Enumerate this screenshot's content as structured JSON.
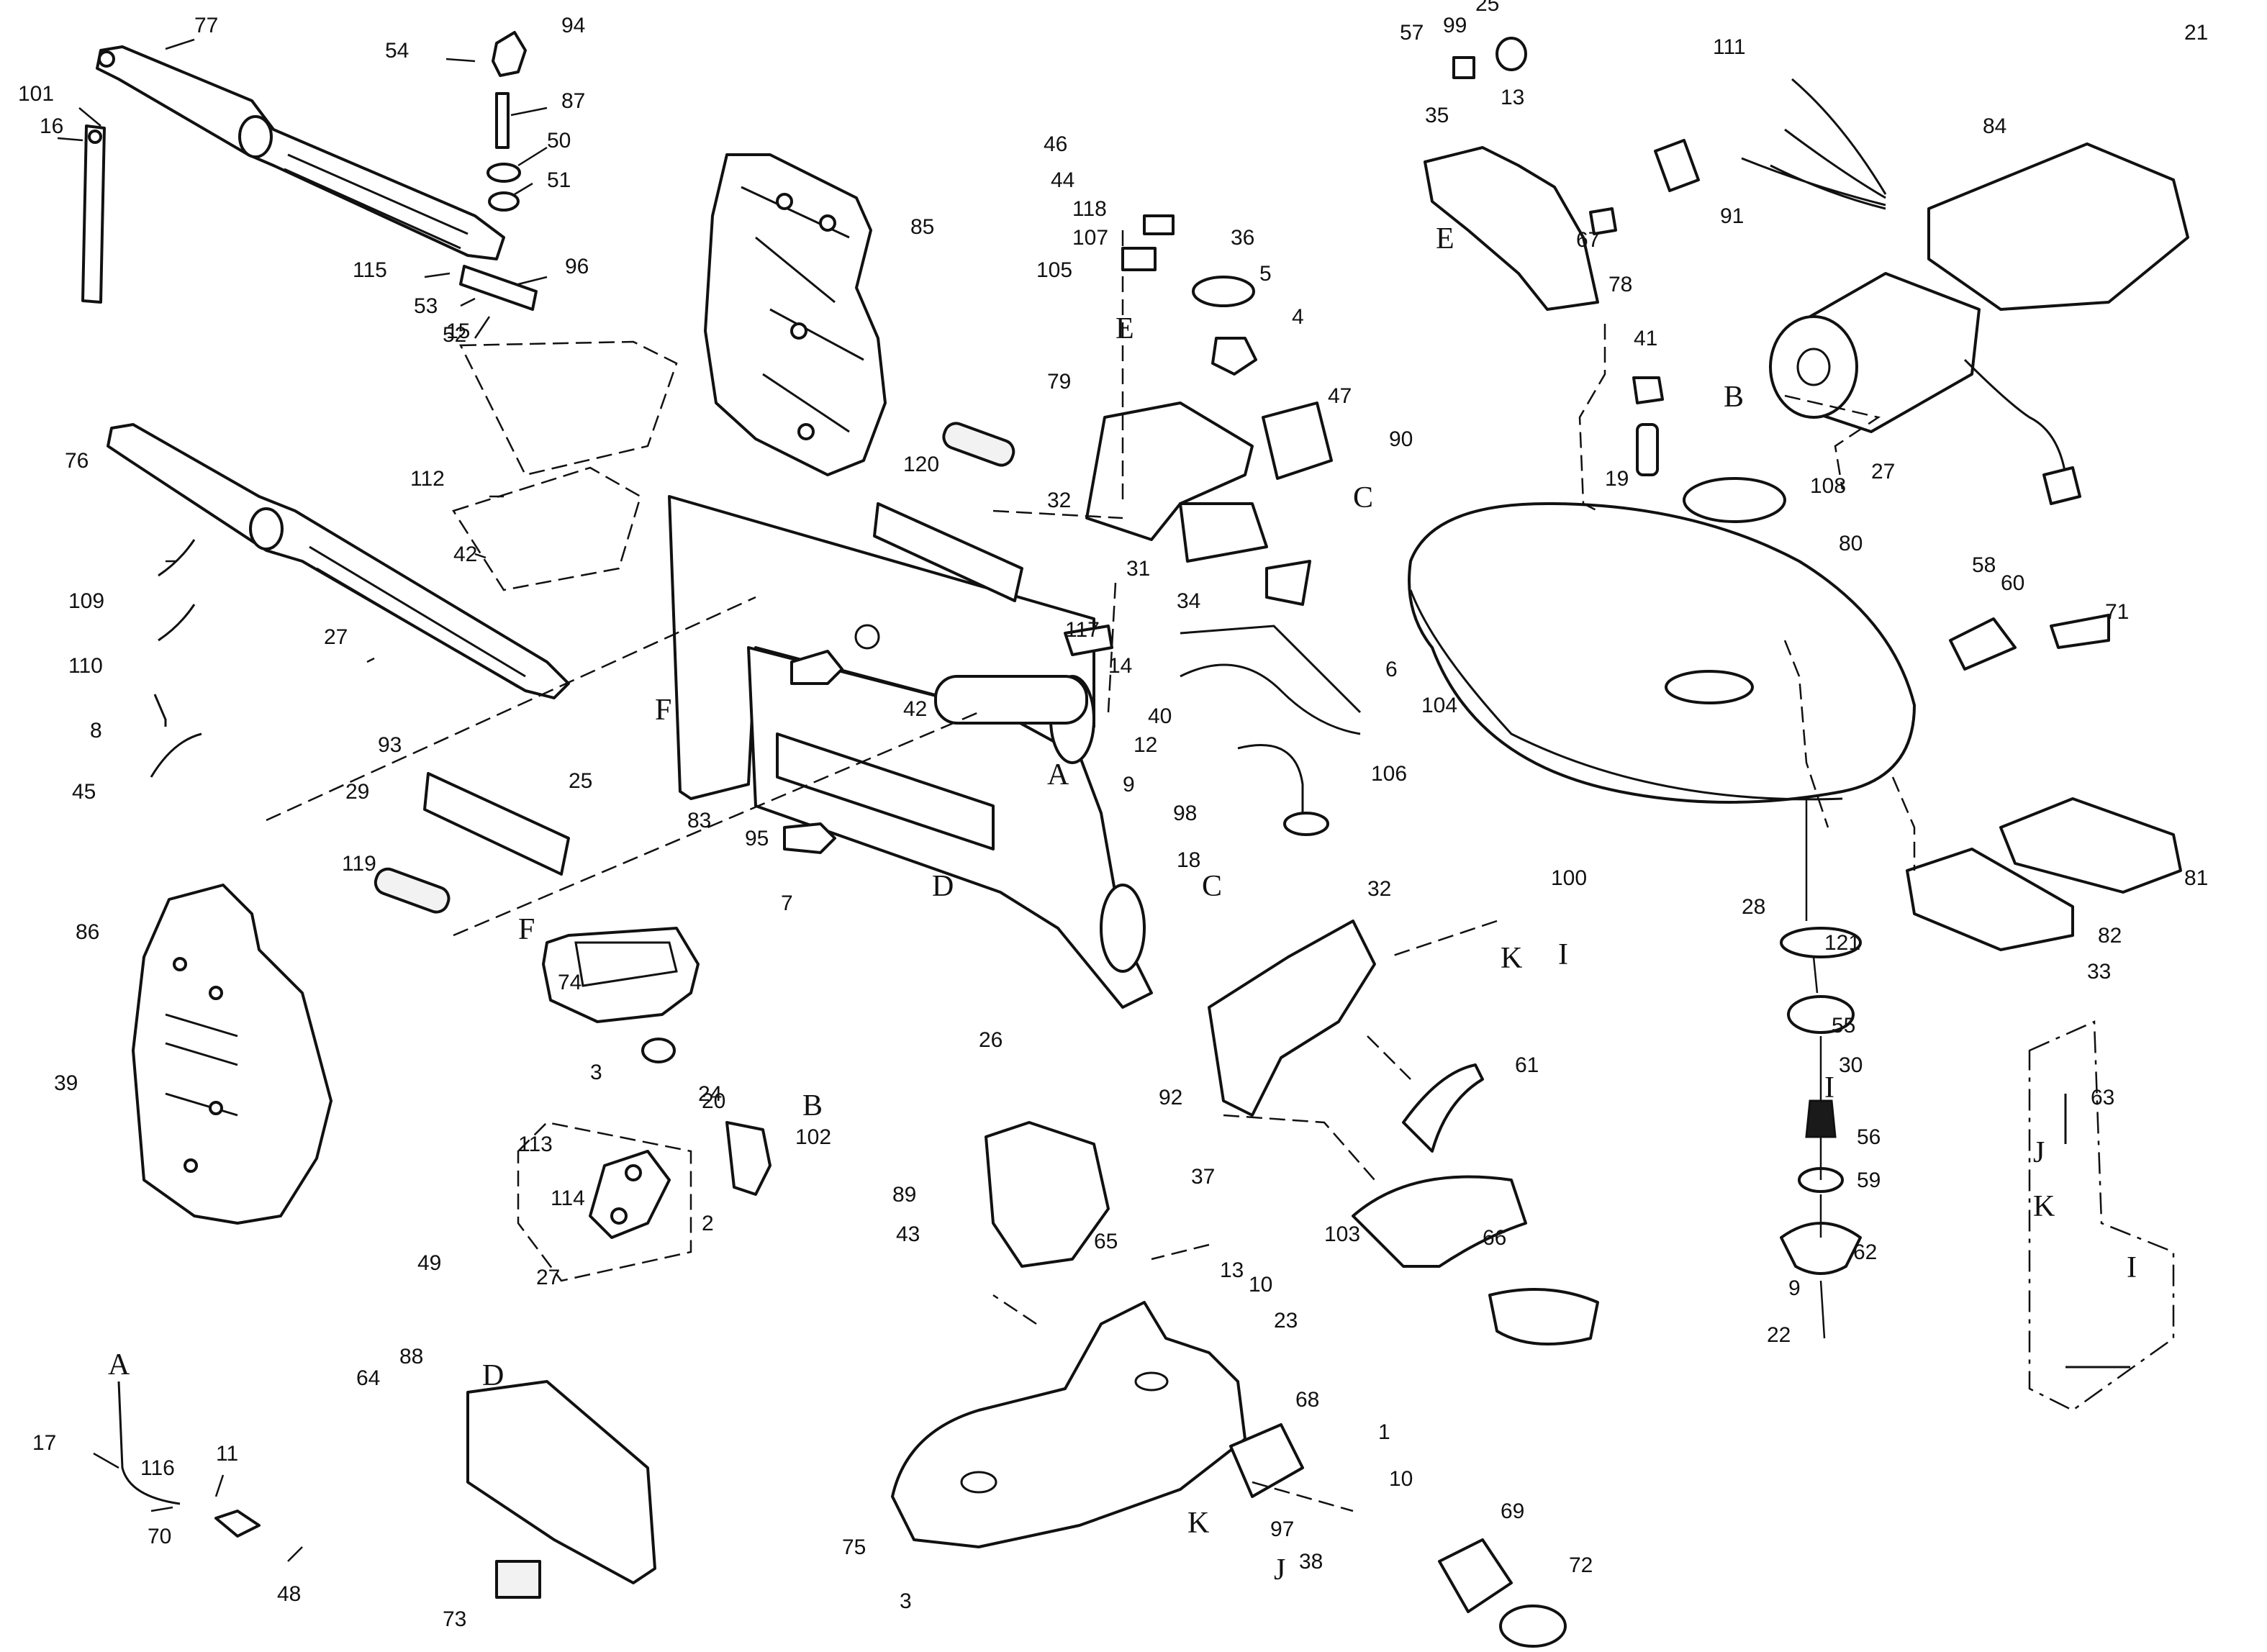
{
  "diagram": {
    "part_numbers": [
      "1",
      "2",
      "3",
      "3",
      "4",
      "5",
      "6",
      "7",
      "8",
      "9",
      "9",
      "10",
      "10",
      "11",
      "12",
      "13",
      "13",
      "14",
      "15",
      "16",
      "17",
      "18",
      "19",
      "20",
      "21",
      "22",
      "23",
      "24",
      "25",
      "25",
      "26",
      "27",
      "27",
      "27",
      "28",
      "29",
      "30",
      "31",
      "32",
      "32",
      "33",
      "34",
      "35",
      "36",
      "37",
      "38",
      "39",
      "40",
      "41",
      "42",
      "42",
      "43",
      "44",
      "45",
      "46",
      "47",
      "48",
      "49",
      "50",
      "51",
      "52",
      "53",
      "54",
      "55",
      "56",
      "57",
      "58",
      "59",
      "60",
      "61",
      "62",
      "63",
      "64",
      "65",
      "66",
      "67",
      "68",
      "69",
      "70",
      "71",
      "72",
      "73",
      "74",
      "75",
      "76",
      "77",
      "78",
      "79",
      "80",
      "81",
      "82",
      "83",
      "84",
      "85",
      "86",
      "87",
      "88",
      "89",
      "90",
      "91",
      "92",
      "93",
      "94",
      "95",
      "96",
      "97",
      "98",
      "99",
      "100",
      "101",
      "102",
      "103",
      "104",
      "105",
      "106",
      "107",
      "108",
      "109",
      "110",
      "111",
      "112",
      "113",
      "114",
      "115",
      "116",
      "117",
      "118",
      "119",
      "120",
      "121"
    ],
    "reference_letters": [
      "A",
      "A",
      "B",
      "B",
      "C",
      "C",
      "D",
      "D",
      "E",
      "E",
      "F",
      "F",
      "I",
      "I",
      "I",
      "J",
      "J",
      "K",
      "K",
      "K"
    ]
  }
}
